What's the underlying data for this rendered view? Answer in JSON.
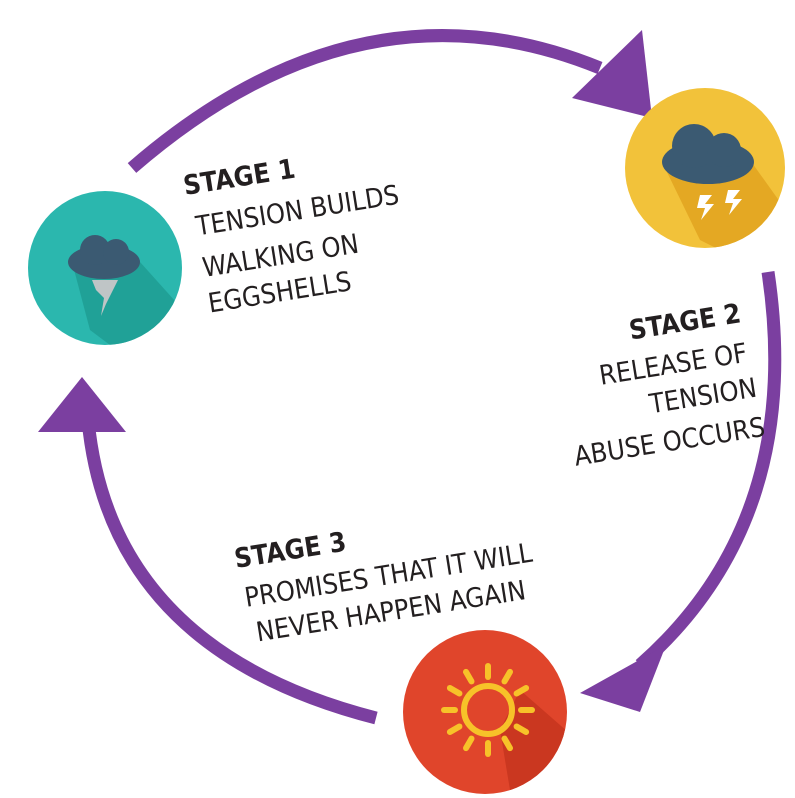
{
  "colors": {
    "arrow": "#7b3fa0",
    "stage1_circle": "#2bb7ae",
    "stage2_circle": "#f2c23a",
    "stage3_circle": "#e0452b",
    "cloud": "#3b5a72",
    "text": "#231f20"
  },
  "stages": [
    {
      "heading": "STAGE 1",
      "lines": [
        "TENSION BUILDS",
        "WALKING ON",
        "EGGSHELLS"
      ],
      "icon": "tornado-cloud-icon"
    },
    {
      "heading": "STAGE 2",
      "lines": [
        "RELEASE OF",
        "TENSION",
        "ABUSE OCCURS"
      ],
      "icon": "storm-cloud-icon"
    },
    {
      "heading": "STAGE 3",
      "lines": [
        "PROMISES THAT IT WILL",
        "NEVER HAPPEN AGAIN"
      ],
      "icon": "sun-icon"
    }
  ]
}
